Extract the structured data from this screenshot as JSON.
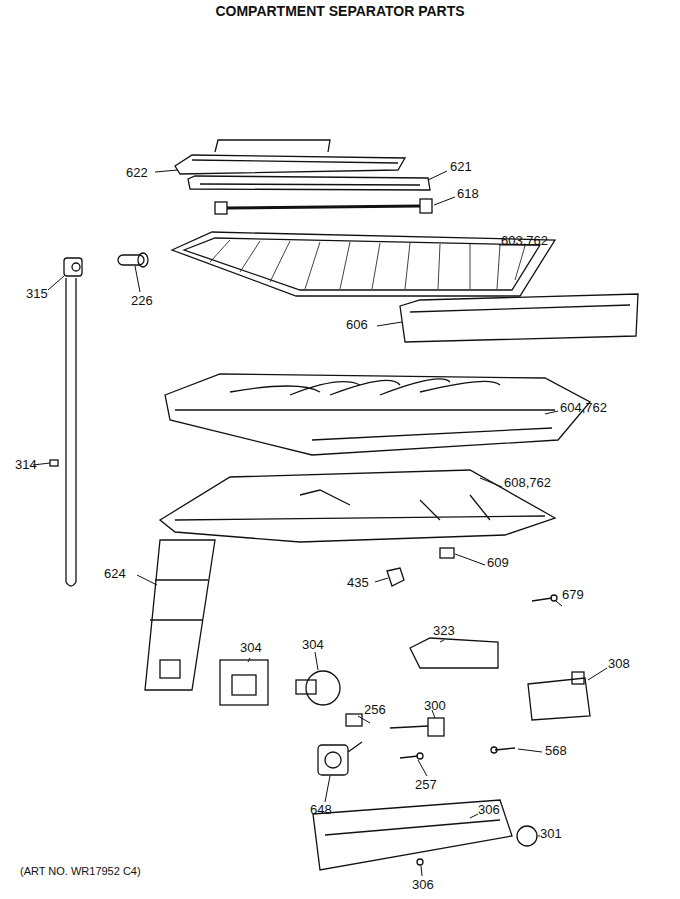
{
  "diagram": {
    "title": "COMPARTMENT SEPARATOR PARTS",
    "caption": "(ART NO. WR17952 C4)",
    "labels": [
      "622",
      "621",
      "618",
      "315",
      "226",
      "603,762",
      "606",
      "604,762",
      "314",
      "608,762",
      "609",
      "624",
      "435",
      "679",
      "304",
      "304",
      "323",
      "308",
      "256",
      "300",
      "648",
      "257",
      "568",
      "306",
      "301",
      "306"
    ]
  }
}
